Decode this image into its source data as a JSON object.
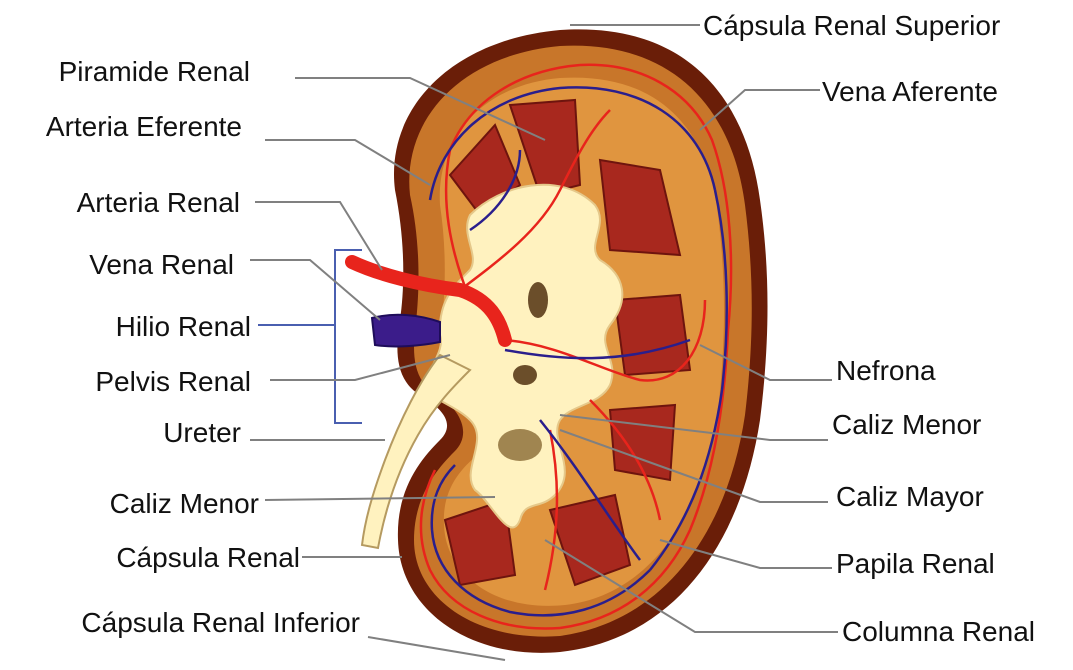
{
  "labels": {
    "left": {
      "piramide_renal": "Piramide Renal",
      "arteria_eferente": "Arteria Eferente",
      "arteria_renal": "Arteria Renal",
      "vena_renal": "Vena Renal",
      "hilio_renal": "Hilio Renal",
      "pelvis_renal": "Pelvis Renal",
      "ureter": "Ureter",
      "caliz_menor": "Caliz Menor",
      "capsula_renal": "Cápsula Renal",
      "capsula_renal_inferior": "Cápsula Renal Inferior"
    },
    "right": {
      "capsula_renal_superior": "Cápsula Renal Superior",
      "vena_aferente": "Vena Aferente",
      "nefrona": "Nefrona",
      "caliz_menor": "Caliz Menor",
      "caliz_mayor": "Caliz Mayor",
      "papila_renal": "Papila Renal",
      "columna_renal": "Columna Renal"
    }
  },
  "colors": {
    "capsule_outline": "#6a1e08",
    "cortex": "#c8762a",
    "medulla_inner": "#e8a54a",
    "pyramid": "#a8281e",
    "pelvis": "#fff2bf",
    "artery": "#e8241c",
    "vein": "#2a1e8c",
    "renal_vein_fill": "#3b1c8a",
    "hilum_bracket": "#4a5fb0",
    "leader_line": "#808080"
  }
}
